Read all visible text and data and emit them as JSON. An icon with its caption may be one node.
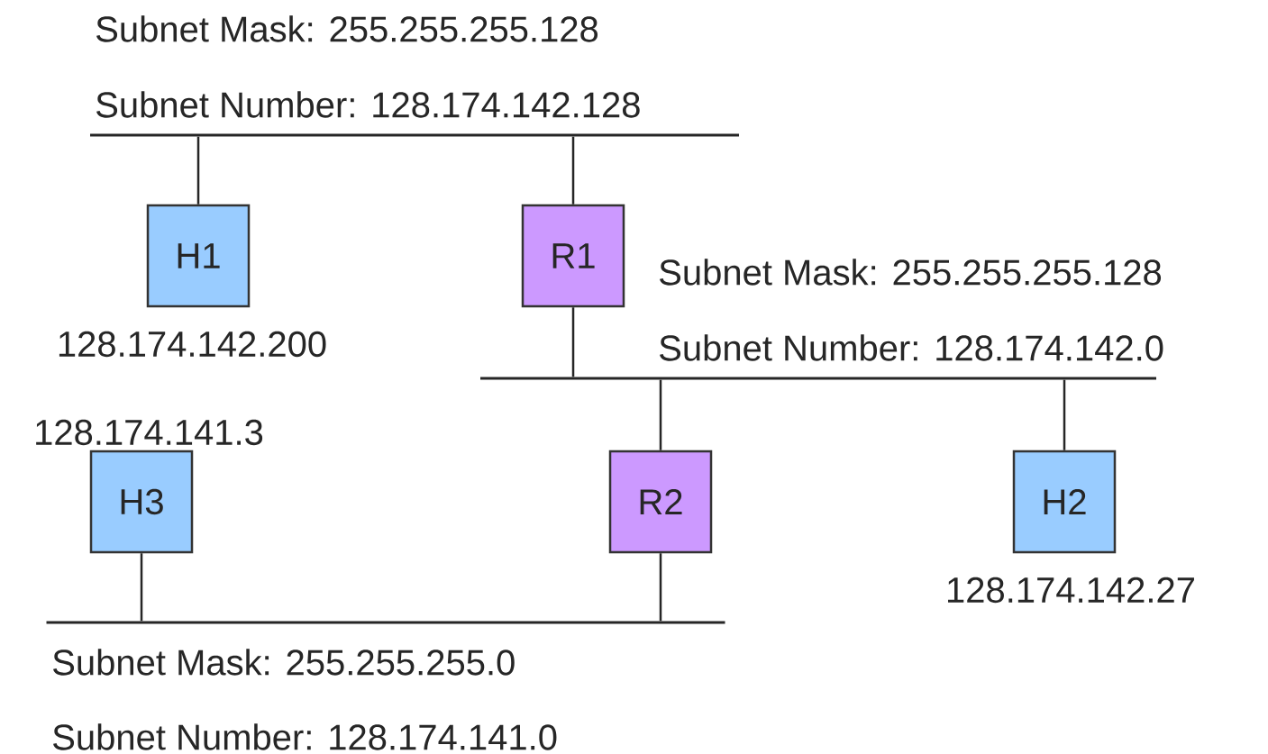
{
  "diagram": {
    "nodes": [
      {
        "text": [],
        "shape": "bar",
        "beside": [
          "Subnet Mask: 255.255.255.128",
          "Subnet Number: 128.174.142.128"
        ]
      },
      {
        "text": [
          "H1"
        ],
        "beside": [
          "128.174.142.200"
        ]
      },
      {
        "text": [
          "R1"
        ]
      },
      {
        "text": [],
        "shape": "bar",
        "beside": [
          "Subnet Mask: 255.255.255.128",
          "Subnet Number: 128.174.142.0"
        ]
      },
      {
        "text": [
          "H3"
        ],
        "beside": [
          "128.174.141.3"
        ]
      },
      {
        "text": [
          "R2"
        ]
      },
      {
        "text": [
          "H2"
        ],
        "beside": [
          "128.174.142.27"
        ]
      },
      {
        "text": [],
        "shape": "bar",
        "beside": [
          "Subnet Mask: 255.255.255.0",
          "Subnet Number: 128.174.141.0"
        ]
      }
    ],
    "edges": [
      {
        "from": 1,
        "to": 0,
        "arrow": "none"
      },
      {
        "from": 2,
        "to": 0,
        "arrow": "none"
      },
      {
        "from": 2,
        "to": 3,
        "arrow": "none"
      },
      {
        "from": 5,
        "to": 3,
        "arrow": "none"
      },
      {
        "from": 6,
        "to": 3,
        "arrow": "none"
      },
      {
        "from": 4,
        "to": 7,
        "arrow": "none"
      },
      {
        "from": 5,
        "to": 7,
        "arrow": "none"
      }
    ]
  }
}
